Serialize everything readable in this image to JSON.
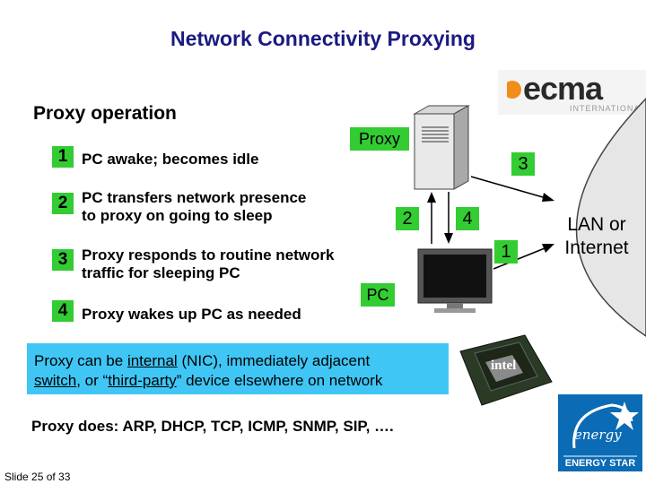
{
  "slide": {
    "title": "Network Connectivity Proxying",
    "section_heading": "Proxy operation",
    "slide_number": "Slide 25 of 33"
  },
  "steps": [
    {
      "num": "1",
      "line1": "PC awake; becomes idle",
      "line2": ""
    },
    {
      "num": "2",
      "line1": "PC transfers network presence",
      "line2": "to proxy on going to sleep"
    },
    {
      "num": "3",
      "line1": "Proxy responds to routine network",
      "line2": "traffic for sleeping PC"
    },
    {
      "num": "4",
      "line1": "Proxy wakes up PC as needed",
      "line2": ""
    }
  ],
  "diagram": {
    "proxy_label": "Proxy",
    "pc_label": "PC",
    "link_labels": {
      "one": "1",
      "two": "2",
      "three": "3",
      "four": "4"
    },
    "network_label_line1": "LAN or",
    "network_label_line2": "Internet"
  },
  "callout": {
    "before_internal": "Proxy can be ",
    "internal": "internal",
    "after_internal": " (NIC), immediately adjacent",
    "switch": "switch",
    "middle": ", or “",
    "third_party": "third-party",
    "after_third_party": "” device elsewhere on network"
  },
  "proxy_does": "Proxy does: ARP, DHCP, TCP, ICMP, SNMP, SIP, ….",
  "logos": {
    "ecma_word": "ecma",
    "ecma_sub": "INTERNATIONAL",
    "intel_word": "intel",
    "energy_star_label": "ENERGY STAR",
    "energy_script": "energy"
  },
  "colors": {
    "title": "#1a1a80",
    "step_green": "#33cc33",
    "callout_blue": "#3fc6f5",
    "ecma_orange": "#f28c1b",
    "energy_blue": "#0b6bb5"
  }
}
